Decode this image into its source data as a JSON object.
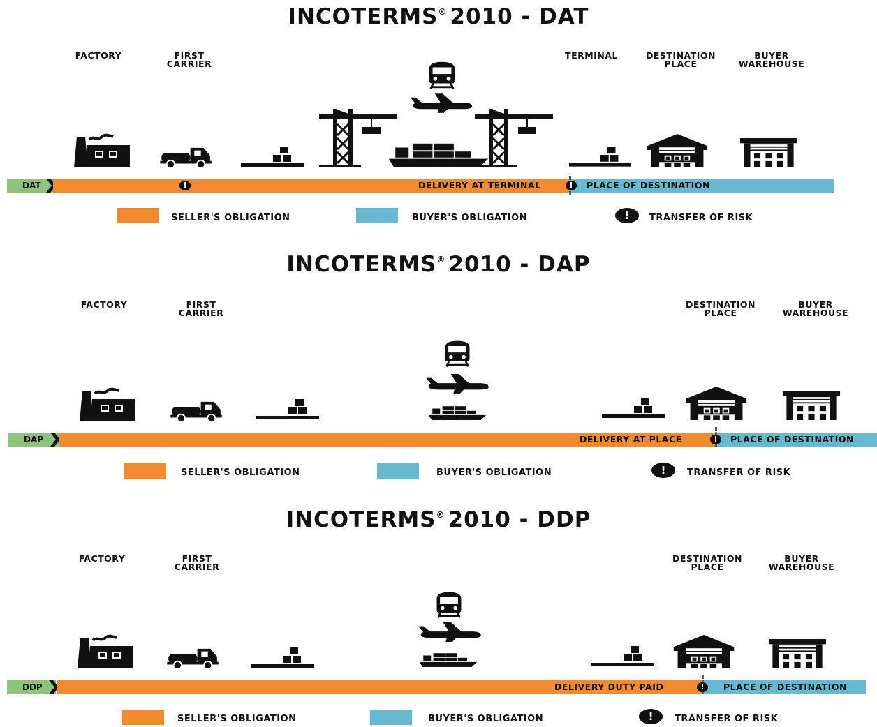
{
  "panels": [
    {
      "title": "INCOTERMS",
      "reg": "®",
      "title_suffix": "2010 - DAT",
      "code": "DAT",
      "locations": [
        "FACTORY",
        "FIRST\nCARRIER",
        "TERMINAL",
        "DESTINATION\nPLACE",
        "BUYER\nWAREHOUSE"
      ],
      "seller_label": "DELIVERY AT TERMINAL",
      "buyer_label": "PLACE OF DESTINATION",
      "risk_glyph": "!"
    },
    {
      "title": "INCOTERMS",
      "reg": "®",
      "title_suffix": "2010 - DAP",
      "code": "DAP",
      "locations": [
        "FACTORY",
        "FIRST\nCARRIER",
        "DESTINATION\nPLACE",
        "BUYER\nWAREHOUSE"
      ],
      "seller_label": "DELIVERY AT PLACE",
      "buyer_label": "PLACE OF DESTINATION",
      "risk_glyph": "!"
    },
    {
      "title": "INCOTERMS",
      "reg": "®",
      "title_suffix": "2010 - DDP",
      "code": "DDP",
      "locations": [
        "FACTORY",
        "FIRST\nCARRIER",
        "DESTINATION\nPLACE",
        "BUYER\nWAREHOUSE"
      ],
      "seller_label": "DELIVERY DUTY PAID",
      "buyer_label": "PLACE OF DESTINATION",
      "risk_glyph": "!"
    }
  ],
  "legend": {
    "seller": "SELLER'S OBLIGATION",
    "buyer": "BUYER'S OBLIGATION",
    "risk": "TRANSFER OF RISK",
    "risk_glyph": "!"
  },
  "colors": {
    "seller": "#f28b30",
    "buyer": "#66b9d1",
    "code": "#8fc27d",
    "icon": "#111111"
  },
  "icons": [
    "factory-icon",
    "truck-icon",
    "pallet-icon",
    "crane-icon",
    "ship-icon",
    "plane-icon",
    "train-icon",
    "warehouse-icon"
  ]
}
